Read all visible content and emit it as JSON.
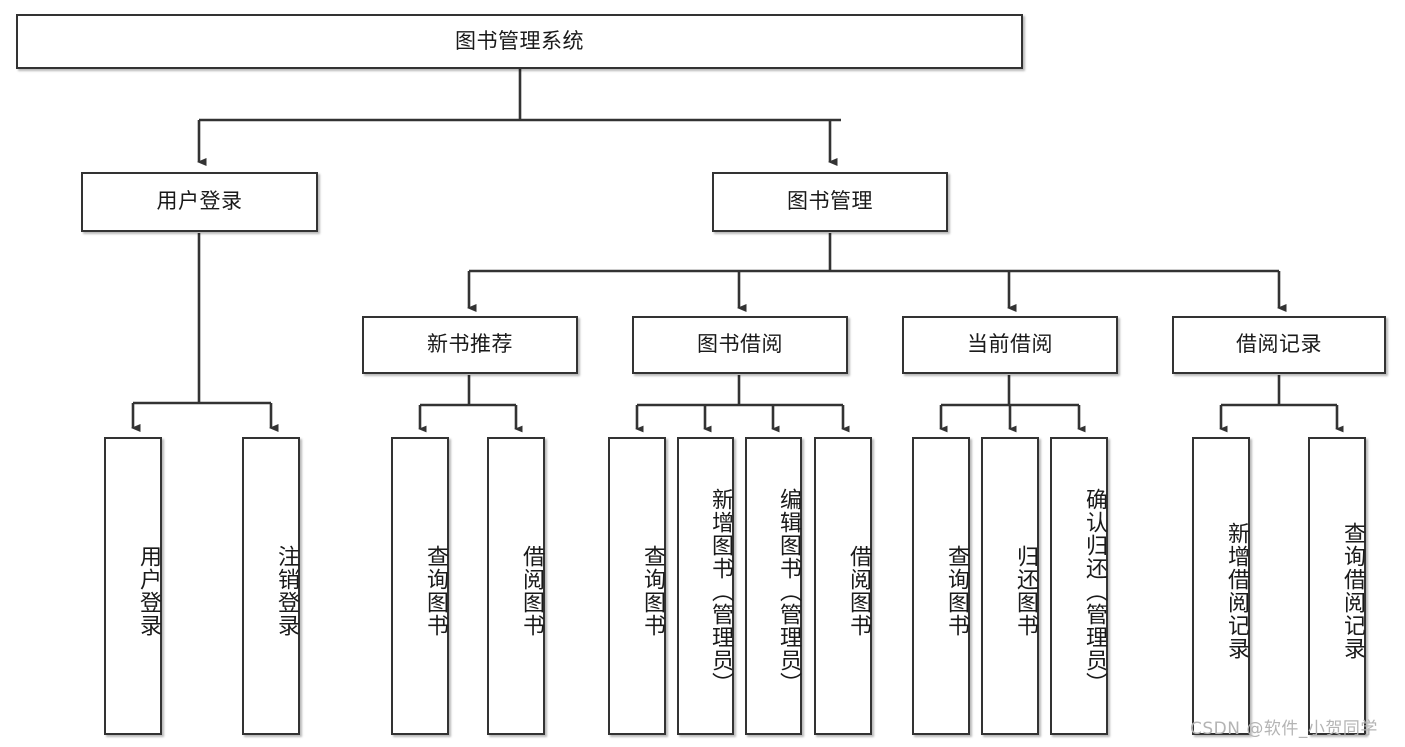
{
  "diagram": {
    "type": "tree-hierarchy",
    "title": "图书管理系统",
    "root": {
      "id": "root",
      "label": "图书管理系统"
    },
    "level1": [
      {
        "id": "user-login",
        "label": "用户登录"
      },
      {
        "id": "book-manage",
        "label": "图书管理"
      }
    ],
    "level2": [
      {
        "id": "new-book-recommend",
        "label": "新书推荐",
        "parent": "book-manage"
      },
      {
        "id": "book-borrow",
        "label": "图书借阅",
        "parent": "book-manage"
      },
      {
        "id": "current-borrow",
        "label": "当前借阅",
        "parent": "book-manage"
      },
      {
        "id": "borrow-record",
        "label": "借阅记录",
        "parent": "book-manage"
      }
    ],
    "leaves": [
      {
        "id": "leaf-user-login",
        "label": "用户登录",
        "parent": "user-login"
      },
      {
        "id": "leaf-logout-login",
        "label": "注销登录",
        "parent": "user-login"
      },
      {
        "id": "leaf-query-book-1",
        "label": "查询图书",
        "parent": "new-book-recommend"
      },
      {
        "id": "leaf-borrow-book-1",
        "label": "借阅图书",
        "parent": "new-book-recommend"
      },
      {
        "id": "leaf-query-book-2",
        "label": "查询图书",
        "parent": "book-borrow"
      },
      {
        "id": "leaf-add-book",
        "label": "新增图书（管理员）",
        "parent": "book-borrow"
      },
      {
        "id": "leaf-edit-book",
        "label": "编辑图书（管理员）",
        "parent": "book-borrow"
      },
      {
        "id": "leaf-borrow-book-2",
        "label": "借阅图书",
        "parent": "book-borrow"
      },
      {
        "id": "leaf-query-book-3",
        "label": "查询图书",
        "parent": "current-borrow"
      },
      {
        "id": "leaf-return-book",
        "label": "归还图书",
        "parent": "current-borrow"
      },
      {
        "id": "leaf-confirm-return",
        "label": "确认归还（管理员）",
        "parent": "current-borrow"
      },
      {
        "id": "leaf-add-record",
        "label": "新增借阅记录",
        "parent": "borrow-record"
      },
      {
        "id": "leaf-query-record",
        "label": "查询借阅记录",
        "parent": "borrow-record"
      }
    ],
    "colors": {
      "border": "#333333",
      "background": "#ffffff",
      "text": "#1a1a1a",
      "connector": "#333333",
      "watermark": "#b4b4b4"
    }
  },
  "watermark": {
    "text": "CSDN @软件_小贺同学"
  }
}
